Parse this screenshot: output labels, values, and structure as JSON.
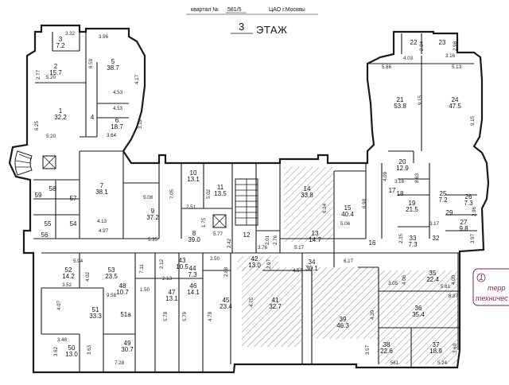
{
  "header": {
    "block_label": "квартал №",
    "block_value": "581/5",
    "district": "ЦАО г.Москвы"
  },
  "title": {
    "floor_number": "3",
    "floor_word": "ЭТАЖ"
  },
  "legend": {
    "marker": "1",
    "line1": "терр",
    "line2": "техничес"
  },
  "rooms": [
    {
      "id": "3",
      "area": "7.2"
    },
    {
      "id": "2",
      "area": "15.7"
    },
    {
      "id": "5",
      "area": "38.7"
    },
    {
      "id": "1",
      "area": "32.2"
    },
    {
      "id": "6",
      "area": "18.7"
    },
    {
      "id": "4",
      "area": ""
    },
    {
      "id": "7",
      "area": "38.1"
    },
    {
      "id": "9",
      "area": "37.2"
    },
    {
      "id": "8",
      "area": "39.0"
    },
    {
      "id": "10",
      "area": "13.1"
    },
    {
      "id": "11",
      "area": "13.5"
    },
    {
      "id": "12",
      "area": ""
    },
    {
      "id": "13",
      "area": "14.7"
    },
    {
      "id": "14",
      "area": "33.8"
    },
    {
      "id": "15",
      "area": "40.4"
    },
    {
      "id": "16",
      "area": ""
    },
    {
      "id": "17",
      "area": ""
    },
    {
      "id": "18",
      "area": ""
    },
    {
      "id": "19",
      "area": "21.5"
    },
    {
      "id": "20",
      "area": "12.9"
    },
    {
      "id": "21",
      "area": "53.8"
    },
    {
      "id": "22",
      "area": ""
    },
    {
      "id": "23",
      "area": ""
    },
    {
      "id": "24",
      "area": "47.5"
    },
    {
      "id": "25",
      "area": "7.2"
    },
    {
      "id": "26",
      "area": "7.3"
    },
    {
      "id": "27",
      "area": "9.8"
    },
    {
      "id": "29",
      "area": ""
    },
    {
      "id": "32",
      "area": ""
    },
    {
      "id": "33",
      "area": "7.3"
    },
    {
      "id": "34",
      "area": "30.1"
    },
    {
      "id": "35",
      "area": "22.4"
    },
    {
      "id": "36",
      "area": "35.4"
    },
    {
      "id": "37",
      "area": "18.9"
    },
    {
      "id": "38",
      "area": "22.6"
    },
    {
      "id": "39",
      "area": "46.3"
    },
    {
      "id": "41",
      "area": "32.7"
    },
    {
      "id": "42",
      "area": "13.0"
    },
    {
      "id": "43",
      "area": "10.5"
    },
    {
      "id": "44",
      "area": "7.3"
    },
    {
      "id": "45",
      "area": "23.4"
    },
    {
      "id": "46",
      "area": "14.1"
    },
    {
      "id": "47",
      "area": "13.1"
    },
    {
      "id": "48",
      "area": "10.7"
    },
    {
      "id": "49",
      "area": "30.7"
    },
    {
      "id": "50",
      "area": "13.0"
    },
    {
      "id": "51",
      "area": "33.3"
    },
    {
      "id": "51a",
      "area": ""
    },
    {
      "id": "52",
      "area": "14.2"
    },
    {
      "id": "53",
      "area": "23.5"
    },
    {
      "id": "54",
      "area": ""
    },
    {
      "id": "55",
      "area": ""
    },
    {
      "id": "56",
      "area": ""
    },
    {
      "id": "57",
      "area": ""
    },
    {
      "id": "58",
      "area": ""
    },
    {
      "id": "59",
      "area": ""
    }
  ],
  "dimensions": [
    "3.32",
    "3.96",
    "2.77",
    "6.59",
    "5.20",
    "4.17",
    "4.53",
    "4.53",
    "6.25",
    "3.19",
    "5.20",
    "3.64",
    "5.08",
    "7.05",
    "2.51",
    "5.02",
    "1.75",
    "5.77",
    "4.13",
    "4.97",
    "5.35",
    "2.42",
    "2.01",
    "3.76",
    "5.17",
    "6.34",
    "5.06",
    "6.98",
    "2.76",
    "4.03",
    "2.84",
    "2.98",
    "3.16",
    "5.86",
    "5.13",
    "9.15",
    "9.15",
    "4.09",
    "8.63",
    "3.16",
    "3.17",
    "2.35",
    "2.96",
    "3.97",
    "5.94",
    "4.02",
    "7.11",
    "2.12",
    "2.13",
    "2.50",
    "2.88",
    "3.52",
    "9.58",
    "1.50",
    "4.07",
    "5.78",
    "5.79",
    "4.78",
    "4.75",
    "4.57",
    "6.17",
    "3.05",
    "4.06",
    "4.00",
    "5.61",
    "8.87",
    "3.48",
    "3.62",
    "3.63",
    "7.28",
    "4.39",
    "3.57",
    "561",
    "5.24",
    "3.60",
    "2.97"
  ]
}
